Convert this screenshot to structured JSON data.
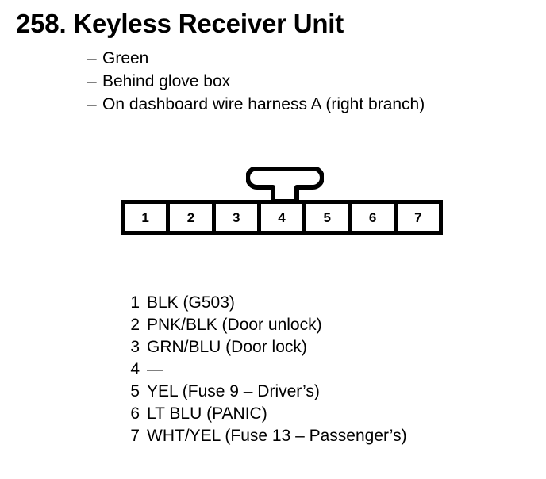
{
  "header": {
    "title": "258.  Keyless Receiver Unit",
    "descriptions": [
      {
        "dash": "–",
        "text": "Green"
      },
      {
        "dash": "–",
        "text": "Behind glove box"
      },
      {
        "dash": "–",
        "text": "On dashboard wire harness A (right branch)"
      }
    ]
  },
  "connector": {
    "pin_count": 7,
    "pin_labels": [
      "1",
      "2",
      "3",
      "4",
      "5",
      "6",
      "7"
    ],
    "latch": "connector-latch-tab",
    "frame_color": "#000000",
    "cell_color": "#ffffff"
  },
  "pin_legend": [
    {
      "num": "1",
      "label": "BLK (G503)"
    },
    {
      "num": "2",
      "label": "PNK/BLK (Door unlock)"
    },
    {
      "num": "3",
      "label": "GRN/BLU (Door lock)"
    },
    {
      "num": "4",
      "label": "—"
    },
    {
      "num": "5",
      "label": "YEL (Fuse 9 – Driver’s)"
    },
    {
      "num": "6",
      "label": "LT BLU (PANIC)"
    },
    {
      "num": "7",
      "label": "WHT/YEL (Fuse 13 – Passenger’s)"
    }
  ]
}
